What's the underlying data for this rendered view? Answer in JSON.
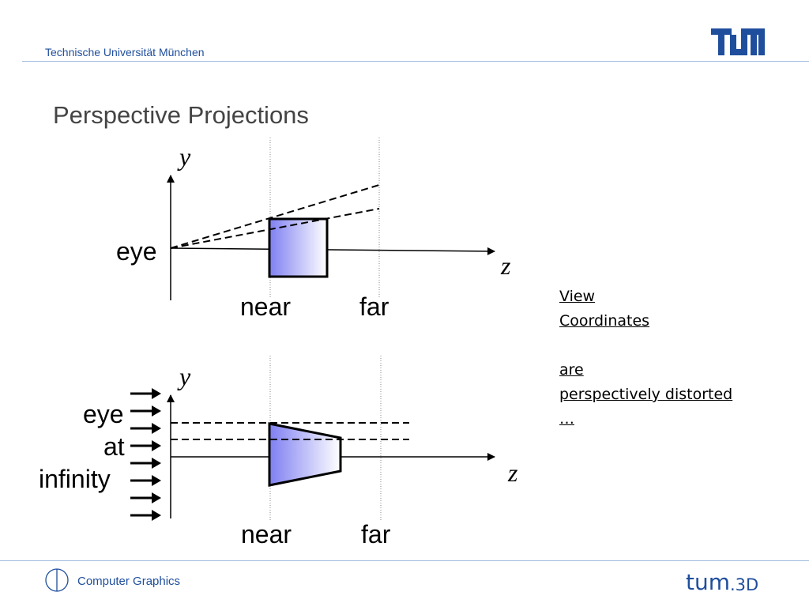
{
  "header": {
    "university": "Technische Universität München",
    "logo_text": "TUM"
  },
  "slide": {
    "title": "Perspective Projections"
  },
  "diagram_top": {
    "axis_y": "y",
    "axis_z": "z",
    "eye": "eye",
    "near": "near",
    "far": "far"
  },
  "diagram_bottom": {
    "axis_y": "y",
    "axis_z": "z",
    "eye_line1": "eye",
    "eye_line2": "at",
    "eye_line3": "infinity",
    "near": "near",
    "far": "far"
  },
  "notes": {
    "line1": "View",
    "line2": "Coordinates",
    "line3": "are",
    "line4": "perspectively distorted",
    "line5": "…"
  },
  "footer": {
    "course": "Computer Graphics",
    "logo_text": "tum.3D"
  },
  "colors": {
    "accent": "#1f4e9c",
    "frustum_fill_start": "#7f7ff2",
    "frustum_fill_end": "#ffffff"
  }
}
